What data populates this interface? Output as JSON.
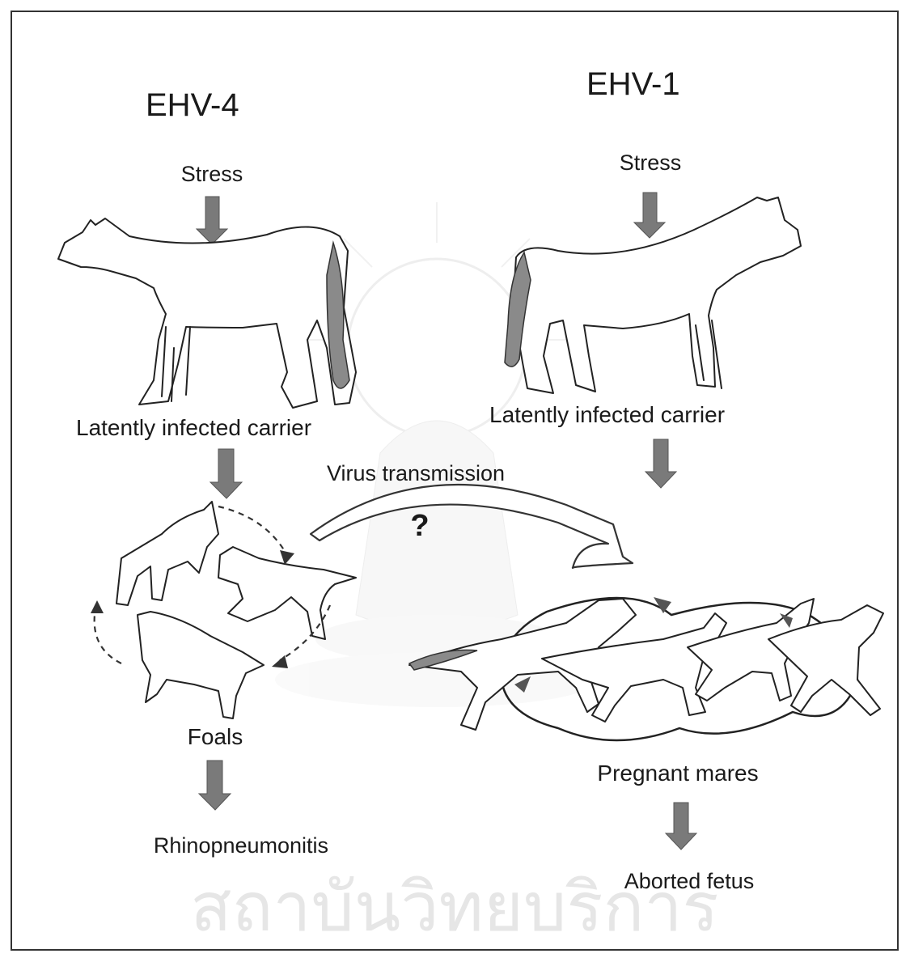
{
  "labels": {
    "ehv4": "EHV-4",
    "ehv1": "EHV-1",
    "stress_left": "Stress",
    "stress_right": "Stress",
    "carrier_left": "Latently infected carrier",
    "carrier_right": "Latently infected carrier",
    "transmission": "Virus transmission",
    "question": "?",
    "foals": "Foals",
    "mares": "Pregnant mares",
    "rhino": "Rhinopneumonitis",
    "aborted": "Aborted fetus"
  },
  "watermark": {
    "text": "สถาบันวิทยบริการ",
    "color": "#e6e6e6"
  },
  "colors": {
    "arrow": "#7a7a7a",
    "line": "#222222",
    "frame": "#333333"
  }
}
